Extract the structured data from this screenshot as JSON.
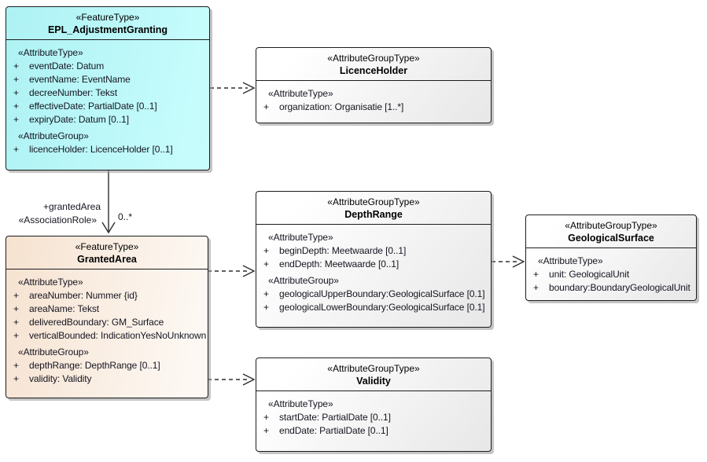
{
  "colors": {
    "canvas_bg": "#ffffff",
    "node_border": "#1c1c1c",
    "node_shadow": "#9e9e9e",
    "feature_fill_a": "#aef2f4",
    "feature_fill_b": "#c9fdfd",
    "group_fill_a": "#ffffff",
    "group_fill_b": "#e7e7e7",
    "granted_fill_a": "#f6e2d0",
    "granted_fill_b": "#fdf8f3",
    "connector": "#2e2e2e",
    "text": "#141420"
  },
  "boxes": {
    "epl": {
      "stereotype": "«FeatureType»",
      "title": "EPL_AdjustmentGranting",
      "rows": [
        {
          "prefix": "",
          "text": "«AttributeType»"
        },
        {
          "prefix": "+",
          "text": "eventDate: Datum"
        },
        {
          "prefix": "+",
          "text": "eventName: EventName"
        },
        {
          "prefix": "+",
          "text": "decreeNumber: Tekst"
        },
        {
          "prefix": "+",
          "text": "effectiveDate: PartialDate [0..1]"
        },
        {
          "prefix": "+",
          "text": "expiryDate: Datum [0..1]"
        },
        {
          "prefix": "",
          "text": "«AttributeGroup»"
        },
        {
          "prefix": "+",
          "text": "licenceHolder: LicenceHolder [0..1]"
        }
      ]
    },
    "licenceHolder": {
      "stereotype": "«AttributeGroupType»",
      "title": "LicenceHolder",
      "rows": [
        {
          "prefix": "",
          "text": "«AttributeType»"
        },
        {
          "prefix": "+",
          "text": "organization: Organisatie [1..*]"
        }
      ]
    },
    "depthRange": {
      "stereotype": "«AttributeGroupType»",
      "title": "DepthRange",
      "rows": [
        {
          "prefix": "",
          "text": "«AttributeType»"
        },
        {
          "prefix": "+",
          "text": "beginDepth: Meetwaarde [0..1]"
        },
        {
          "prefix": "+",
          "text": "endDepth: Meetwaarde [0..1]"
        },
        {
          "prefix": "",
          "text": "«AttributeGroup»"
        },
        {
          "prefix": "+",
          "text": "geologicalUpperBoundary:GeologicalSurface [0.1]"
        },
        {
          "prefix": "+",
          "text": "geologicalLowerBoundary:GeologicalSurface [0.1]"
        }
      ]
    },
    "geologicalSurface": {
      "stereotype": "«AttributeGroupType»",
      "title": "GeologicalSurface",
      "rows": [
        {
          "prefix": "",
          "text": "«AttributeType»"
        },
        {
          "prefix": "+",
          "text": "unit: GeologicalUnit"
        },
        {
          "prefix": "+",
          "text": "boundary:BoundaryGeologicalUnit"
        }
      ]
    },
    "grantedArea": {
      "stereotype": "«FeatureType»",
      "title": "GrantedArea",
      "rows": [
        {
          "prefix": "",
          "text": "«AttributeType»"
        },
        {
          "prefix": "+",
          "text": "areaNumber: Nummer {id}"
        },
        {
          "prefix": "+",
          "text": "areaName: Tekst"
        },
        {
          "prefix": "+",
          "text": "deliveredBoundary: GM_Surface"
        },
        {
          "prefix": "+",
          "text": "verticalBounded: IndicationYesNoUnknown"
        },
        {
          "prefix": "",
          "text": "«AttributeGroup»"
        },
        {
          "prefix": "+",
          "text": "depthRange: DepthRange [0..1]"
        },
        {
          "prefix": "+",
          "text": "validity: Validity"
        }
      ]
    },
    "validity": {
      "stereotype": "«AttributeGroupType»",
      "title": "Validity",
      "rows": [
        {
          "prefix": "",
          "text": "«AttributeType»"
        },
        {
          "prefix": "+",
          "text": "startDate: PartialDate [0..1]"
        },
        {
          "prefix": "+",
          "text": "endDate: PartialDate [0..1]"
        }
      ]
    }
  },
  "connectors": {
    "granted_area_association": {
      "role_label": "+grantedArea",
      "stereotype_label": "«AssociationRole»",
      "multiplicity": "0..*"
    }
  }
}
